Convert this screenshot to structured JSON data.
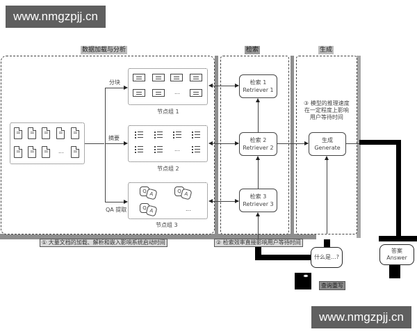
{
  "watermark": {
    "top": "www.nmgzpjj.cn",
    "bottom": "www.nmgzpjj.cn"
  },
  "lanes": {
    "load": {
      "title": "数据加载与分析"
    },
    "retrieve": {
      "title": "检索"
    },
    "generate": {
      "title": "生成"
    }
  },
  "branches": {
    "chunk": "分块",
    "summary": "摘要",
    "qa": "QA 提取"
  },
  "groups": {
    "g1": {
      "label": "节点组 1",
      "ellipsis": "..."
    },
    "g2": {
      "label": "节点组 2",
      "ellipsis": "..."
    },
    "g3": {
      "label": "节点组 3",
      "ellipsis": "..."
    }
  },
  "documents": {
    "ellipsis": "..."
  },
  "retrievers": [
    {
      "cn": "检索 1",
      "en": "Retriever 1"
    },
    {
      "cn": "检索 2",
      "en": "Retriever 2"
    },
    {
      "cn": "检索 3",
      "en": "Retriever 3"
    }
  ],
  "generator": {
    "cn": "生成",
    "en": "Generate"
  },
  "notes": {
    "n1": "① 大量文档的加载、解析和嵌入影响系统启动时间",
    "n2": "② 检索效率直接影响用户等待时间",
    "n3_l1": "③ 模型的推理速度",
    "n3_l2": "在一定程度上影响",
    "n3_l3": "用户等待时间"
  },
  "query": {
    "text": "什么是...?",
    "label": "查询重写"
  },
  "answer": {
    "cn": "答案",
    "en": "Answer"
  },
  "colors": {
    "watermark_bg": "#5f5f5f",
    "lane_bar": "#8e8e8e",
    "flow_line": "#000000"
  }
}
